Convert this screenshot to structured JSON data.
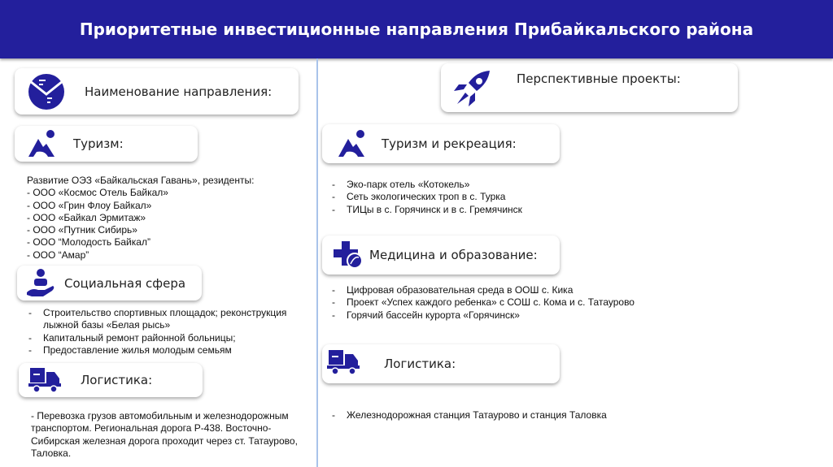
{
  "title": "Приоритетные инвестиционные направления Прибайкальского района",
  "colors": {
    "accent": "#231f9c",
    "divider": "#a9c3ea"
  },
  "left": {
    "header_label": "Наименование направления:",
    "tourism": {
      "label": "Туризм:",
      "intro": "Развитие ОЭЗ «Байкальская Гавань», резиденты:",
      "items": [
        "- ООО «Космос Отель Байкал»",
        "- ООО «Грин Флоу Байкал»",
        "- ООО «Байкал Эрмитаж»",
        "- ООО «Путник Сибирь»",
        "- ООО “Молодость Байкал”",
        "- ООО “Амар”"
      ]
    },
    "social": {
      "label": "Социальная сфера",
      "items": [
        "Строительство спортивных площадок; реконструкция лыжной базы «Белая рысь»",
        "Капитальный ремонт районной больницы;",
        "Предоставление жилья молодым семьям"
      ]
    },
    "logistics": {
      "label": "Логистика:",
      "text": "- Перевозка грузов автомобильным и железнодорожным транспортом. Региональная дорога Р-438. Восточно-Сибирская железная дорога проходит через ст. Татаурово, Таловка."
    }
  },
  "right": {
    "header_label": "Перспективные проекты:",
    "tourism": {
      "label": "Туризм и рекреация:",
      "items": [
        "Эко-парк отель «Котокель»",
        "Сеть экологических троп в с. Турка",
        "ТИЦы в с. Горячинск и в с. Гремячинск"
      ]
    },
    "medicine": {
      "label": "Медицина и образование:",
      "items": [
        "Цифровая образовательная среда в ООШ с. Кика",
        "Проект «Успех каждого ребенка» с СОШ с. Кома и с. Татаурово",
        "Горячий бассейн курорта «Горячинск»"
      ]
    },
    "logistics": {
      "label": "Логистика:",
      "items": [
        "Железнодорожная станция Татаурово и станция Таловка"
      ]
    }
  }
}
